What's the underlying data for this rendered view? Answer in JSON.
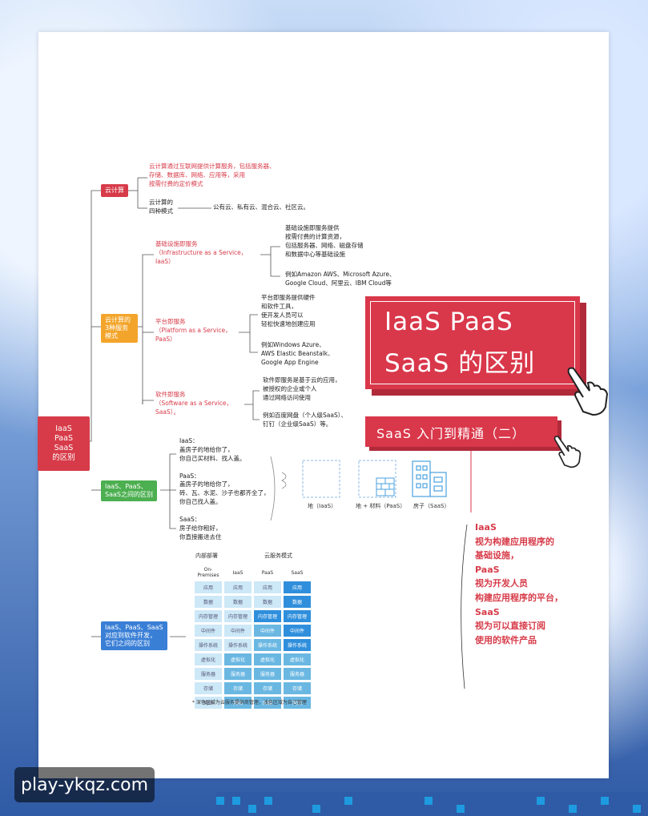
{
  "root": "IaaS\nPaaS\nSaaS\n的区别",
  "cloud": {
    "label": "云计算",
    "def": "云计算通过互联网提供计算服务，包括服务器、\n存储、数据库、网络、应用等，采用\n按需付费的定价模式",
    "models_label": "云计算的\n四种模式",
    "models": "公有云、私有云、混合云、社区云。"
  },
  "services": {
    "label": "云计算的\n3种服务\n模式",
    "iaas_title": "基础设施即服务\n（Infrastructure as a Service，\nIaaS）",
    "iaas_desc": "基础设施即服务提供\n按需付费的计算资源，\n包括服务器、网络、磁盘存储\n和数据中心等基础设施",
    "iaas_ex": "例如Amazon AWS、Microsoft Azure、\nGoogle Cloud、阿里云、IBM Cloud等",
    "paas_title": "平台即服务\n（Platform as a Service，\nPaaS）",
    "paas_desc": "平台即服务提供硬件\n和软件工具，\n使开发人员可以\n轻松快速地创建应用",
    "paas_ex": "例如Windows Azure、\nAWS Elastic Beanstalk、\nGoogle App Engine",
    "saas_title": "软件即服务\n（Software as a Service，\nSaaS）。",
    "saas_desc": "软件即服务是基于云的应用，\n被授权的企业或个人\n通过网络访问使用",
    "saas_ex": "例如百度网盘（个人级SaaS）、\n钉钉（企业级SaaS）等。"
  },
  "house": {
    "label": "IaaS、PaaS、\nSaaS之间的区别",
    "text": "IaaS：\n盖房子的地给你了，\n你自己买材料、找人盖。\n\nPaaS：\n盖房子的地给你了，\n砖、瓦、水泥、沙子也都齐全了，\n你自己找人盖。\n\nSaaS：\n房子给你租好，\n你直接搬进去住",
    "cap1": "地（IaaS）",
    "cap2": "地 + 材料（PaaS）",
    "cap3": "房子（SaaS）"
  },
  "dev": {
    "label": "IaaS、PaaS、SaaS\n对应到软件开发，\n它们之间的区别",
    "header_left": "内部部署",
    "header_right": "云服务模式",
    "cols": [
      "On-Premises",
      "IaaS",
      "PaaS",
      "SaaS"
    ],
    "rows": [
      "应用",
      "数据",
      "内存管理",
      "中间件",
      "操作系统",
      "虚拟化",
      "服务器",
      "存储",
      "网络"
    ],
    "note": "* 深色区域为云服务提供商管理，浅色区域为自己管理"
  },
  "title": {
    "line1": "IaaS PaaS",
    "line2": "SaaS 的区别",
    "sub": "SaaS 入门到精通（二）"
  },
  "note": "IaaS\n视为构建应用程序的\n基础设施，\nPaaS\n视为开发人员\n构建应用程序的平台，\nSaaS\n视为可以直接订阅\n使用的软件产品",
  "watermark": "play-ykqz.com",
  "colors": {
    "red": "#d73b49",
    "orange": "#f3a52b",
    "green": "#4caf50",
    "blue": "#3a7fd6"
  }
}
